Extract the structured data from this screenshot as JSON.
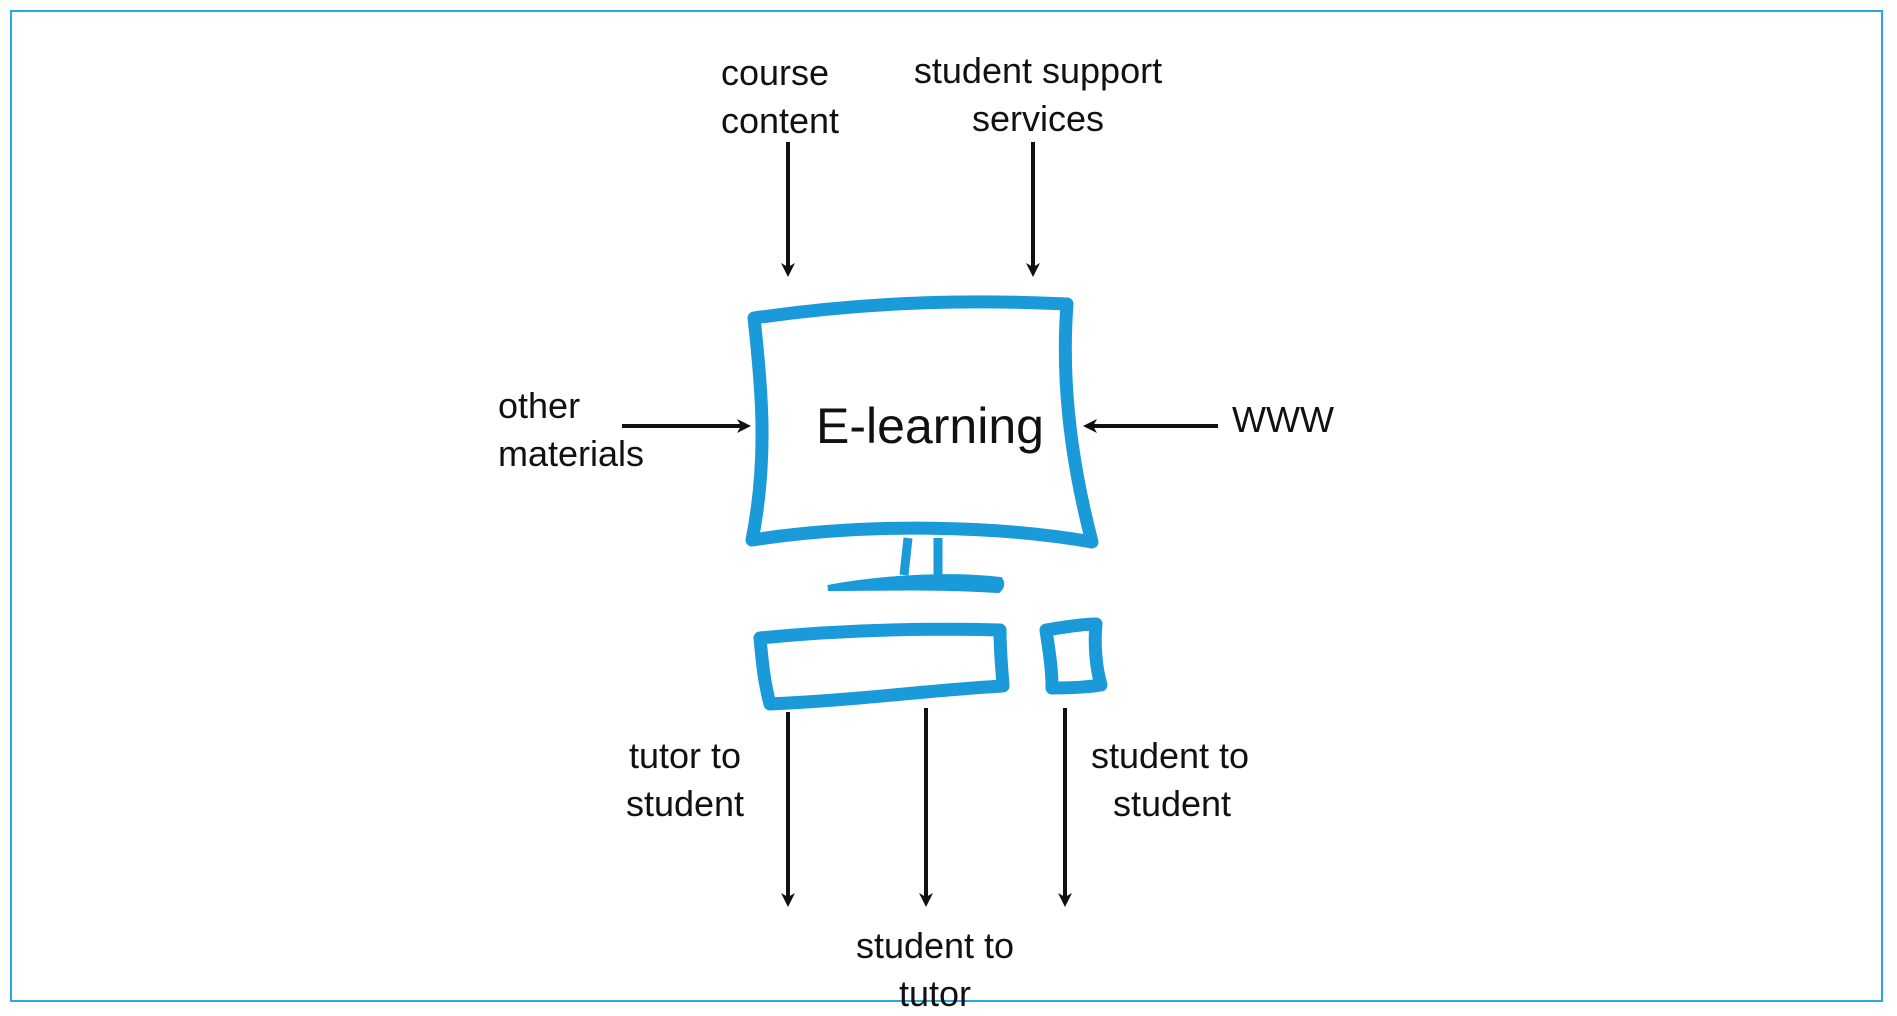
{
  "diagram": {
    "center_label": "E-learning",
    "inputs": {
      "course_content": [
        "course",
        "content"
      ],
      "student_support_services": [
        "student support",
        "services"
      ],
      "other_materials": [
        "other",
        "materials"
      ],
      "www": "WWW"
    },
    "outputs": {
      "tutor_to_student": [
        "tutor to",
        "student"
      ],
      "student_to_tutor": [
        "student to",
        "tutor"
      ],
      "student_to_student": [
        "student to",
        "student"
      ]
    },
    "colors": {
      "computer_stroke": "#1a9ad9",
      "arrow": "#111111",
      "frame": "#29a9e0"
    }
  }
}
